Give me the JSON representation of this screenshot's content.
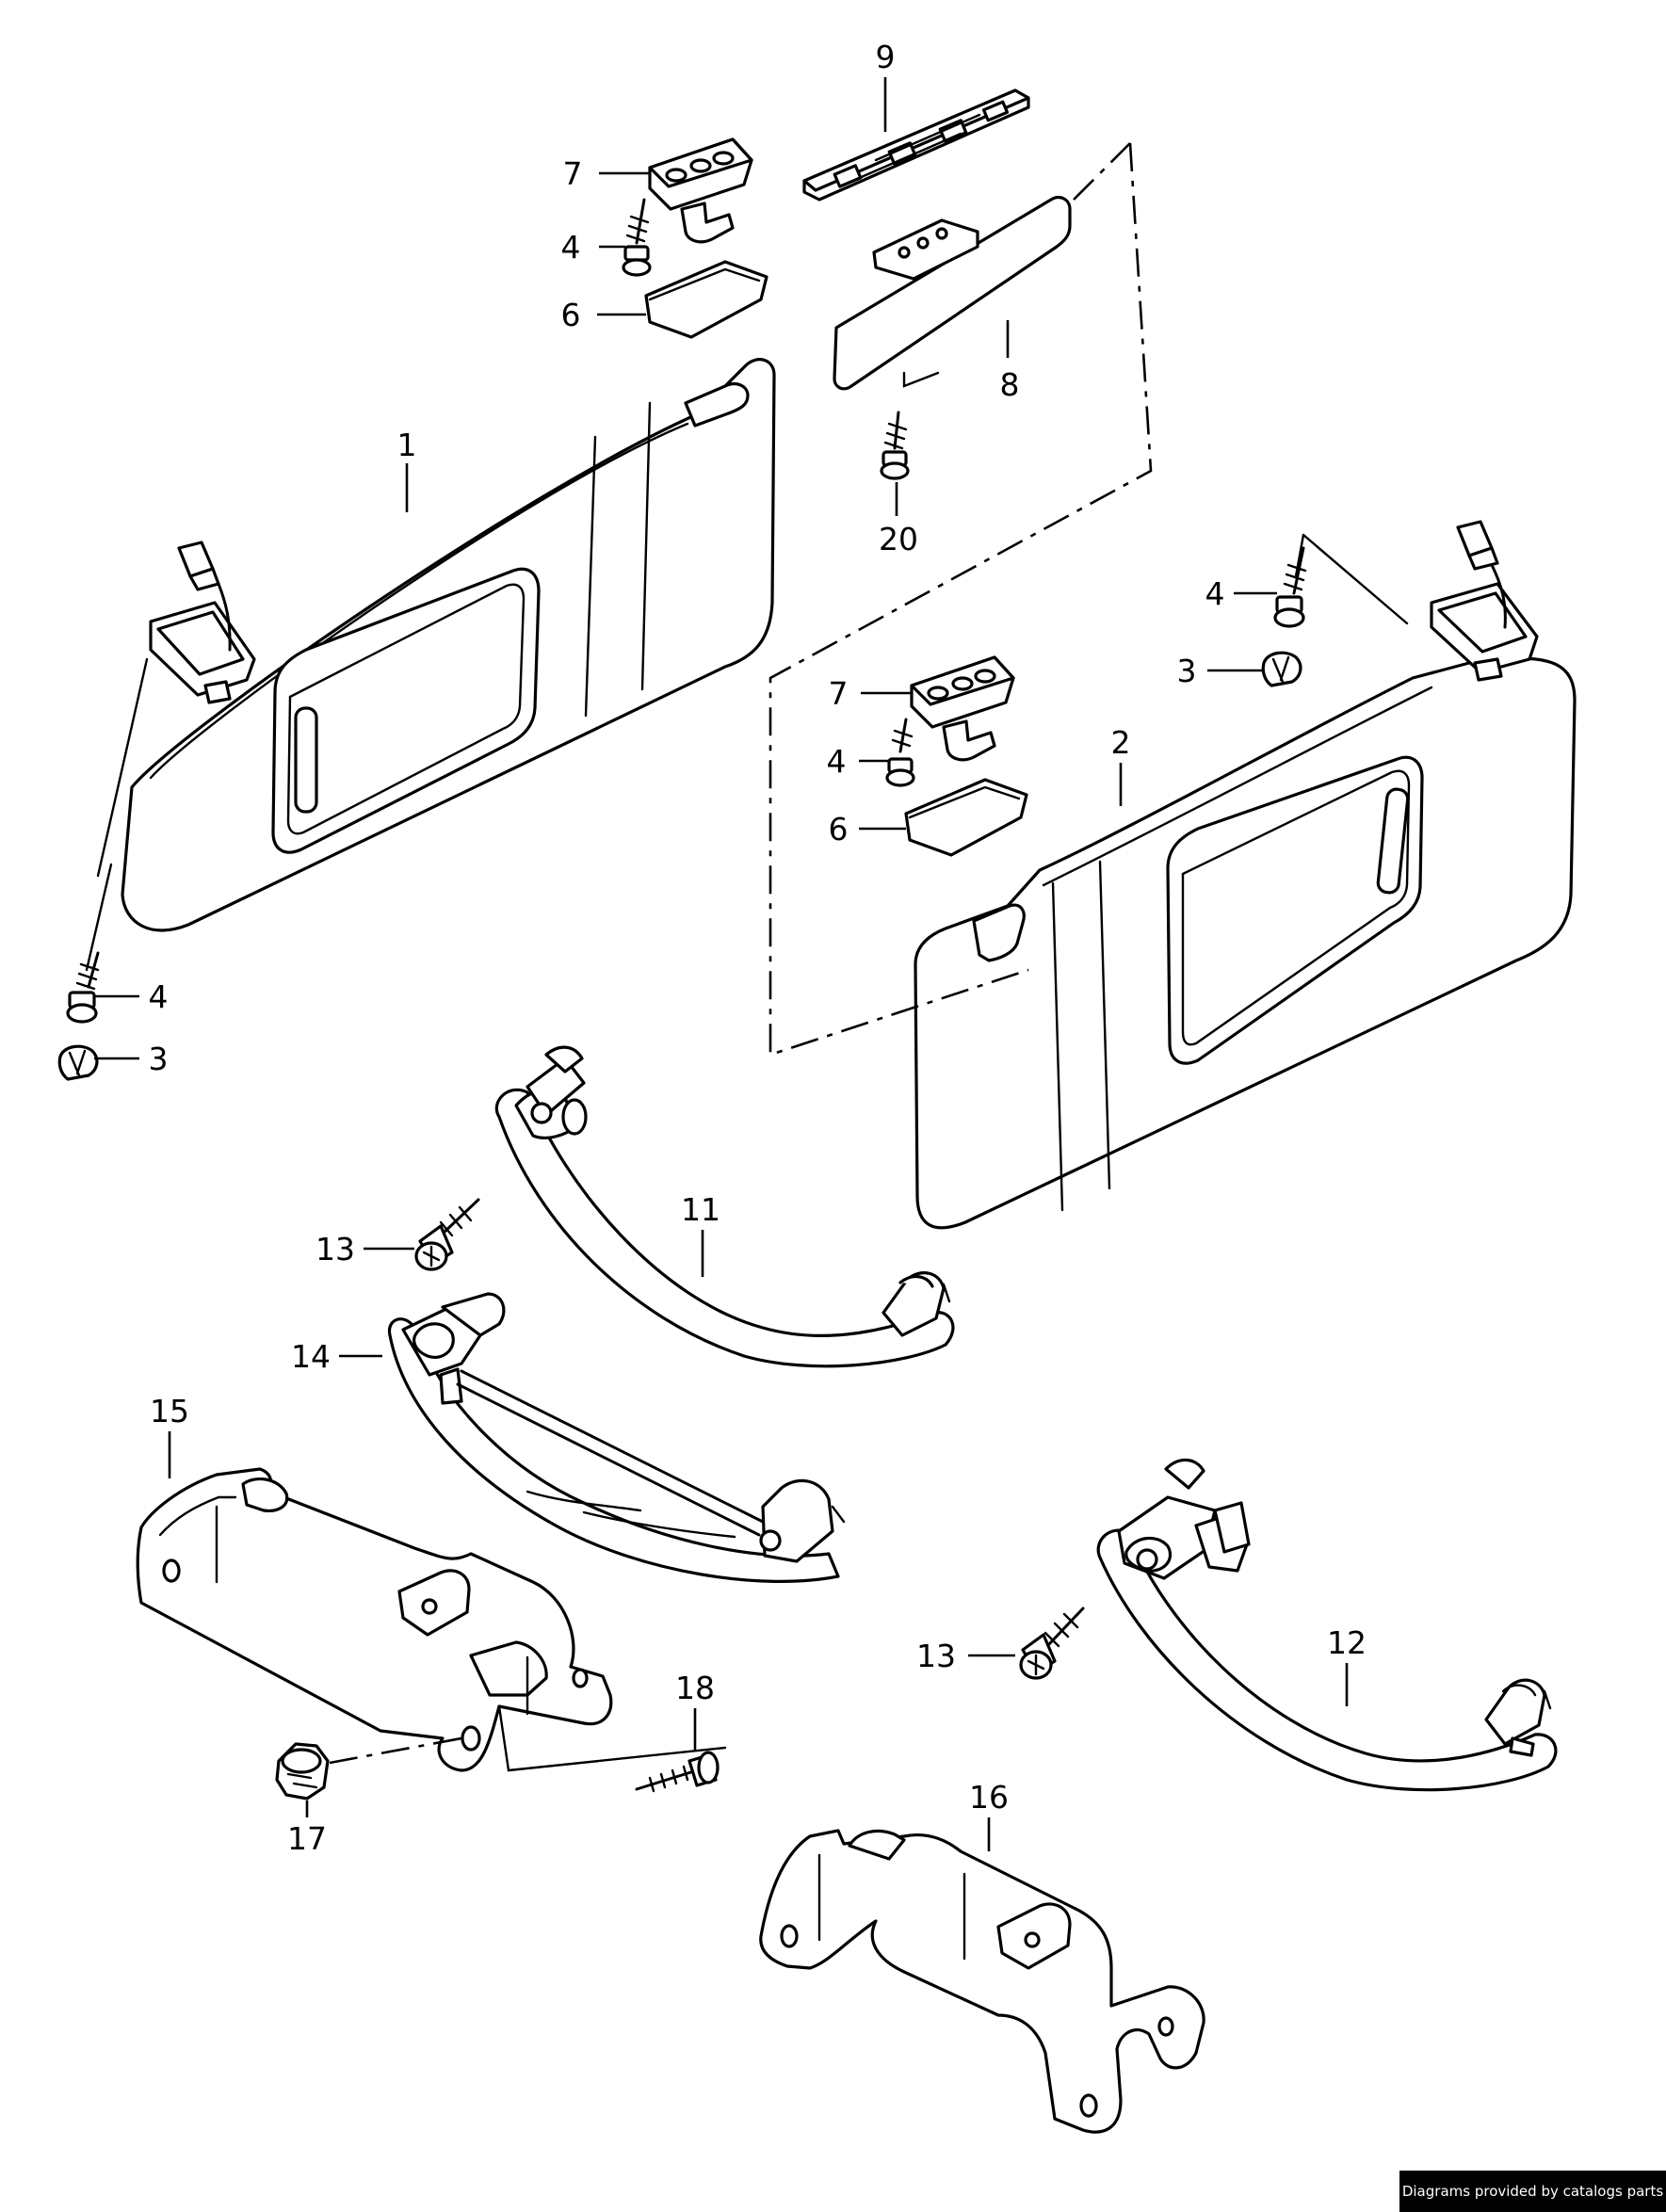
{
  "diagram": {
    "callouts": {
      "c1": "1",
      "c2": "2",
      "c3a": "3",
      "c3b": "3",
      "c4a": "4",
      "c4b": "4",
      "c4c": "4",
      "c4d": "4",
      "c6a": "6",
      "c6b": "6",
      "c7a": "7",
      "c7b": "7",
      "c8": "8",
      "c9": "9",
      "c11": "11",
      "c12": "12",
      "c13a": "13",
      "c13b": "13",
      "c14": "14",
      "c15": "15",
      "c16": "16",
      "c17": "17",
      "c18": "18",
      "c20": "20"
    },
    "colors": {
      "ink": "#000000",
      "paper": "#ffffff"
    }
  },
  "footer": {
    "credit": "Diagrams provided by catalogs parts"
  }
}
